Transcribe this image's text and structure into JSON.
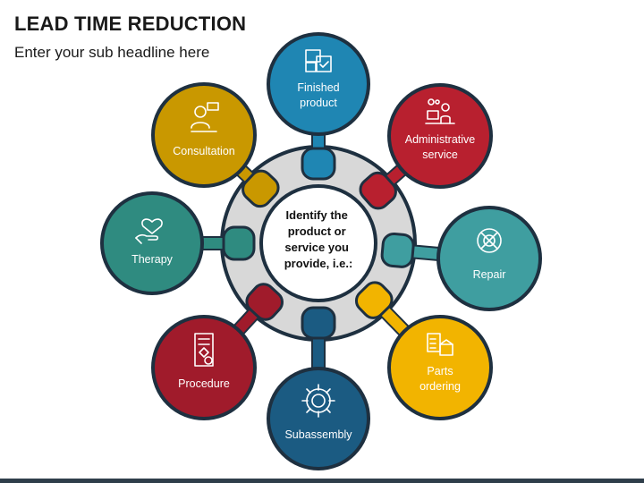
{
  "header": {
    "title": "LEAD TIME REDUCTION",
    "subtitle": "Enter your sub headline here"
  },
  "center": {
    "lines": [
      "Identify the",
      "product or",
      "service you",
      "provide, i.e.:"
    ]
  },
  "nodes": [
    {
      "id": "finished-product",
      "lines": [
        "Finished",
        "product"
      ],
      "color": "#1f86b3",
      "icon": "boxes-icon"
    },
    {
      "id": "administrative-service",
      "lines": [
        "Administrative",
        "service"
      ],
      "color": "#b8202f",
      "icon": "admin-desk-icon"
    },
    {
      "id": "repair",
      "lines": [
        "Repair"
      ],
      "color": "#3f9ea0",
      "icon": "tools-gear-icon"
    },
    {
      "id": "parts-ordering",
      "lines": [
        "Parts",
        "ordering"
      ],
      "color": "#f2b400",
      "icon": "checklist-box-icon"
    },
    {
      "id": "subassembly",
      "lines": [
        "Subassembly"
      ],
      "color": "#1b5b82",
      "icon": "gear-icon"
    },
    {
      "id": "procedure",
      "lines": [
        "Procedure"
      ],
      "color": "#a01b2b",
      "icon": "flowchart-icon"
    },
    {
      "id": "therapy",
      "lines": [
        "Therapy"
      ],
      "color": "#2f8b80",
      "icon": "heart-hand-icon"
    },
    {
      "id": "consultation",
      "lines": [
        "Consultation"
      ],
      "color": "#c99800",
      "icon": "consultant-icon"
    }
  ],
  "colors": {
    "ring": "#d8d8d8",
    "ring_border": "#1e3040",
    "hub_border": "#1e3040",
    "connector_outline": "#1e3040"
  }
}
